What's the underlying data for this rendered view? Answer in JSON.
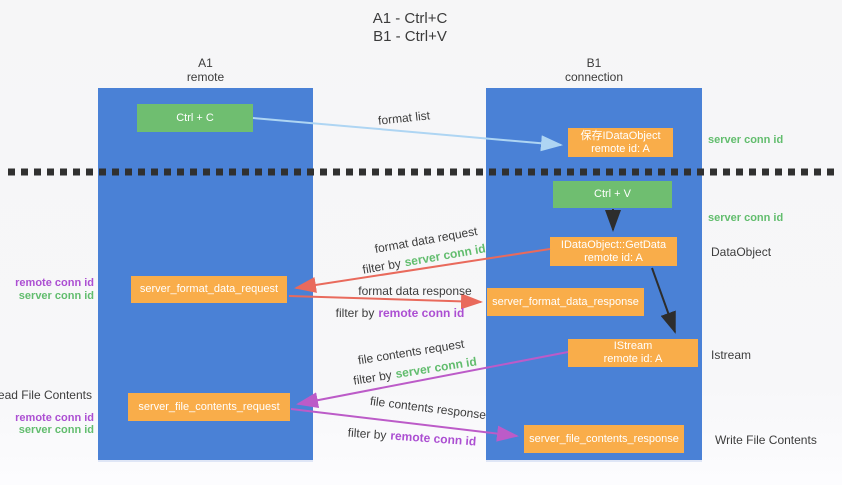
{
  "title": {
    "line1": "A1 - Ctrl+C",
    "line2": "B1 - Ctrl+V"
  },
  "columns": {
    "left": {
      "name": "A1",
      "role": "remote"
    },
    "right": {
      "name": "B1",
      "role": "connection"
    }
  },
  "nodes": {
    "ctrl_c": {
      "label": "Ctrl + C"
    },
    "save_dataobject": {
      "line1": "保存IDataObject",
      "line2": "remote id: A"
    },
    "ctrl_v": {
      "label": "Ctrl + V"
    },
    "getdata": {
      "line1": "IDataObject::GetData",
      "line2": "remote id: A"
    },
    "server_format_data_request": {
      "label": "server_format_data_request"
    },
    "server_format_data_response": {
      "label": "server_format_data_response"
    },
    "istream": {
      "line1": "IStream",
      "line2": "remote id: A"
    },
    "server_file_contents_request": {
      "label": "server_file_contents_request"
    },
    "server_file_contents_response": {
      "label": "server_file_contents_response"
    }
  },
  "annotations": {
    "format_list": "format list",
    "format_data_request": "format data request",
    "format_data_response": "format data response",
    "file_contents_request": "file contents request",
    "file_contents_response": "file contents response",
    "filter_by": "filter by",
    "server_conn_id": "server conn id",
    "remote_conn_id": "remote conn id"
  },
  "side_labels": {
    "left_top": {
      "remote_conn_id": "remote conn id",
      "server_conn_id": "server conn id"
    },
    "read_file_contents": "Read File Contents",
    "left_bottom": {
      "remote_conn_id": "remote conn id",
      "server_conn_id": "server conn id"
    },
    "right": {
      "server_conn_id_top": "server conn id",
      "server_conn_id_mid": "server conn id",
      "dataobject": "DataObject",
      "istream": "Istream",
      "write_file_contents": "Write File Contents"
    }
  },
  "colors": {
    "column_blue": "#4a81d6",
    "node_green": "#6fbe70",
    "node_orange": "#f9ad4a",
    "arrow_red": "#e96a5c",
    "arrow_purple": "#bc5bc8",
    "arrow_lightblue": "#aed5f3",
    "arrow_black": "#2d2d2d",
    "text_green": "#62bd6e",
    "text_purple": "#ac4fd2",
    "text_dark": "#3d3d3d"
  }
}
